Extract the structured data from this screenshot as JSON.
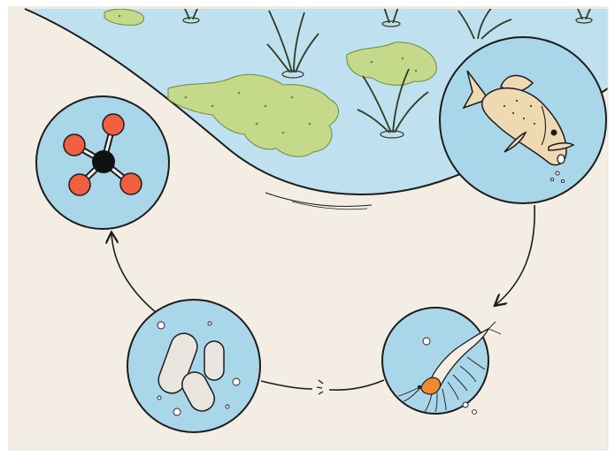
{
  "diagram": {
    "palette": {
      "background": "#f3ede4",
      "water": "#bfe0ee",
      "circle_fill": "#a9d6e8",
      "outline": "#1c1c1c",
      "algae": "#c5d98a",
      "atom_red": "#f06040",
      "atom_black": "#111111",
      "fish": "#efd9b2",
      "shrimp_accent": "#f08a30"
    },
    "nodes": [
      {
        "id": "molecule",
        "icon": "molecule-icon"
      },
      {
        "id": "fish",
        "icon": "fish-icon"
      },
      {
        "id": "shrimp",
        "icon": "shrimp-icon"
      },
      {
        "id": "bacteria",
        "icon": "bacteria-icon"
      }
    ],
    "edges": [
      {
        "from": "fish",
        "to": "shrimp",
        "arrow": true
      },
      {
        "from": "shrimp",
        "to": "bacteria",
        "arrow": false
      },
      {
        "from": "bacteria",
        "to": "molecule",
        "arrow": true
      }
    ]
  }
}
